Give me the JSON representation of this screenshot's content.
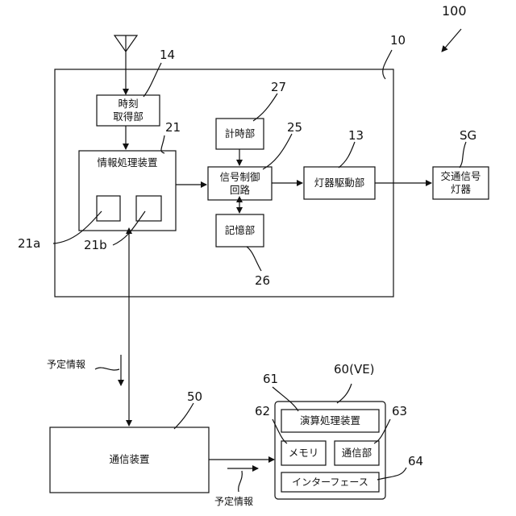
{
  "figure_ref": "100",
  "device": {
    "ref": "10"
  },
  "time_unit": {
    "ref": "14",
    "line1": "時刻",
    "line2": "取得部"
  },
  "info_processor": {
    "ref": "21",
    "label": "情報処理装置",
    "sub_a_ref": "21a",
    "sub_b_ref": "21b"
  },
  "clock": {
    "ref": "27",
    "label": "計時部"
  },
  "signal_control": {
    "ref": "25",
    "line1": "信号制御",
    "line2": "回路"
  },
  "memory_unit": {
    "ref": "26",
    "label": "記憶部"
  },
  "lamp_driver": {
    "ref": "13",
    "label": "灯器駆動部"
  },
  "traffic_signal": {
    "ref": "SG",
    "line1": "交通信号",
    "line2": "灯器"
  },
  "schedule_info_upper": "予定情報",
  "schedule_info_lower": "予定情報",
  "comm_device": {
    "ref": "50",
    "label": "通信装置"
  },
  "vehicle": {
    "ref": "60(VE)"
  },
  "arith_processor": {
    "ref": "61",
    "label": "演算処理装置"
  },
  "memory": {
    "ref": "62",
    "label": "メモリ"
  },
  "comm_unit": {
    "ref": "63",
    "label": "通信部"
  },
  "interface": {
    "ref": "64",
    "label": "インターフェース"
  }
}
